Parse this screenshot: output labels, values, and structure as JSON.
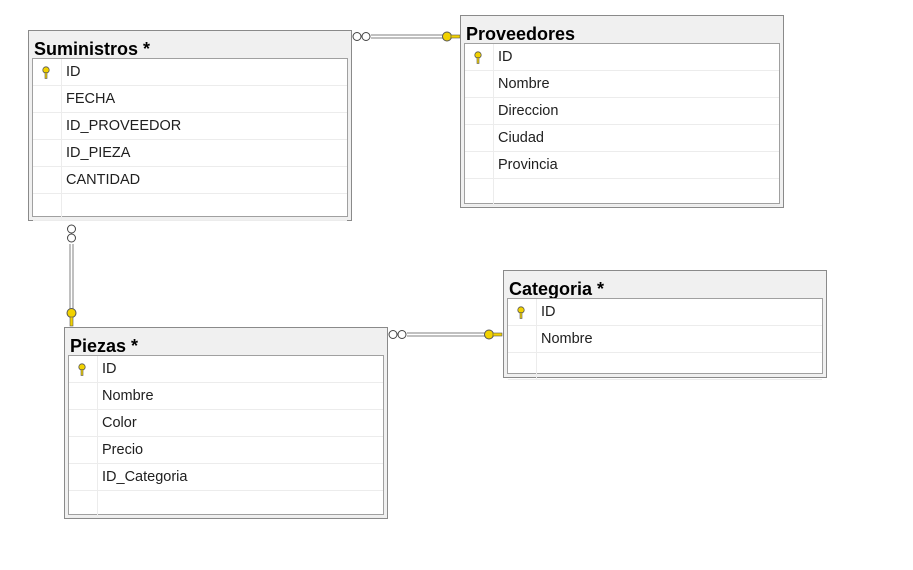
{
  "tables": {
    "suministros": {
      "title": "Suministros *",
      "columns": [
        "ID",
        "FECHA",
        "ID_PROVEEDOR",
        "ID_PIEZA",
        "CANTIDAD"
      ],
      "key_column": "ID"
    },
    "proveedores": {
      "title": "Proveedores",
      "columns": [
        "ID",
        "Nombre",
        "Direccion",
        "Ciudad",
        "Provincia"
      ],
      "key_column": "ID"
    },
    "categoria": {
      "title": "Categoria *",
      "columns": [
        "ID",
        "Nombre"
      ],
      "key_column": "ID"
    },
    "piezas": {
      "title": "Piezas *",
      "columns": [
        "ID",
        "Nombre",
        "Color",
        "Precio",
        "ID_Categoria"
      ],
      "key_column": "ID"
    }
  },
  "relationships": [
    {
      "from": "Suministros",
      "to": "Proveedores",
      "many_side": "Suministros",
      "one_side": "Proveedores"
    },
    {
      "from": "Suministros",
      "to": "Piezas",
      "many_side": "Suministros",
      "one_side": "Piezas"
    },
    {
      "from": "Piezas",
      "to": "Categoria",
      "many_side": "Piezas",
      "one_side": "Categoria"
    }
  ],
  "colors": {
    "key_icon": "#f2d200",
    "connector": "#808080",
    "header_bg": "#f0f0f0"
  }
}
